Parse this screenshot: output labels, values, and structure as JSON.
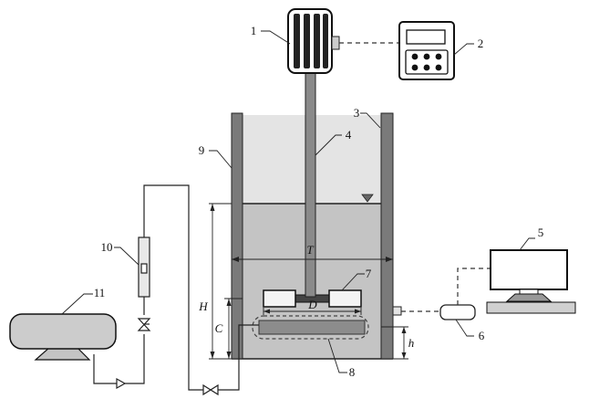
{
  "callouts": {
    "c1": "1",
    "c2": "2",
    "c3": "3",
    "c4": "4",
    "c5": "5",
    "c6": "6",
    "c7": "7",
    "c8": "8",
    "c9": "9",
    "c10": "10",
    "c11": "11"
  },
  "dimensions": {
    "T": "T",
    "D": "D",
    "H": "H",
    "C": "C",
    "h": "h"
  },
  "colors": {
    "liquid": "#c4c4c4",
    "headspace": "#e4e4e4",
    "wall": "#7a7a7a",
    "shaft": "#8a8a8a",
    "sparger": "#8c8c8c",
    "line": "#222222"
  }
}
